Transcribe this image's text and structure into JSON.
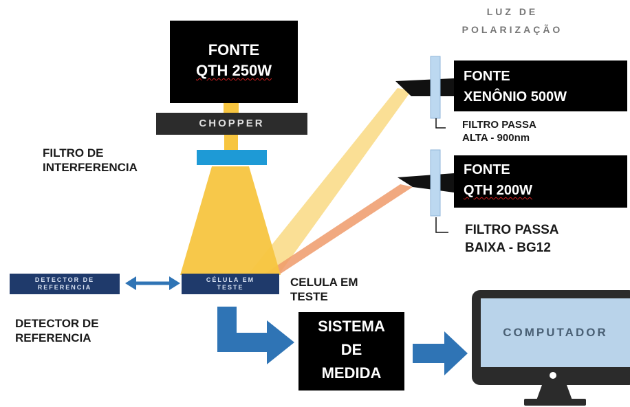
{
  "source_qth250": {
    "line1": "FONTE",
    "line2": "QTH 250W"
  },
  "chopper": {
    "label": "CHOPPER"
  },
  "interference_filter": {
    "label": "FILTRO DE INTERFERENCIA"
  },
  "polarization_light": {
    "line1": "LUZ DE",
    "line2": "POLARIZAÇÃO"
  },
  "source_xenon": {
    "line1": "FONTE",
    "line2": "XENÔNIO 500W"
  },
  "highpass_filter": {
    "line1": "FILTRO PASSA",
    "line2": "ALTA - 900nm"
  },
  "source_qth200": {
    "line1": "FONTE",
    "line2": "QTH 200W"
  },
  "lowpass_filter": {
    "line1": "FILTRO PASSA",
    "line2": "BAIXA - BG12"
  },
  "reference_detector_box": {
    "line1": "DETECTOR DE",
    "line2": "REFERENCIA"
  },
  "reference_detector_label": {
    "line1": "DETECTOR DE",
    "line2": "REFERENCIA"
  },
  "test_cell_box": {
    "line1": "CÉLULA EM",
    "line2": "TESTE"
  },
  "test_cell_label": {
    "line1": "CELULA EM",
    "line2": "TESTE"
  },
  "measurement_system": {
    "line1": "SISTEMA",
    "line2": "DE",
    "line3": "MEDIDA"
  },
  "computer": {
    "label": "COMPUTADOR"
  },
  "colors": {
    "beam_yellow": "#f7c540",
    "beam_light": "#f9dc8a",
    "beam_orange": "#ef9a6a",
    "filter_blue": "#1e9ad6",
    "arrow_blue": "#2f74b5",
    "box_navy": "#1f3a6b",
    "monitor_blue": "#b9d3ea"
  }
}
